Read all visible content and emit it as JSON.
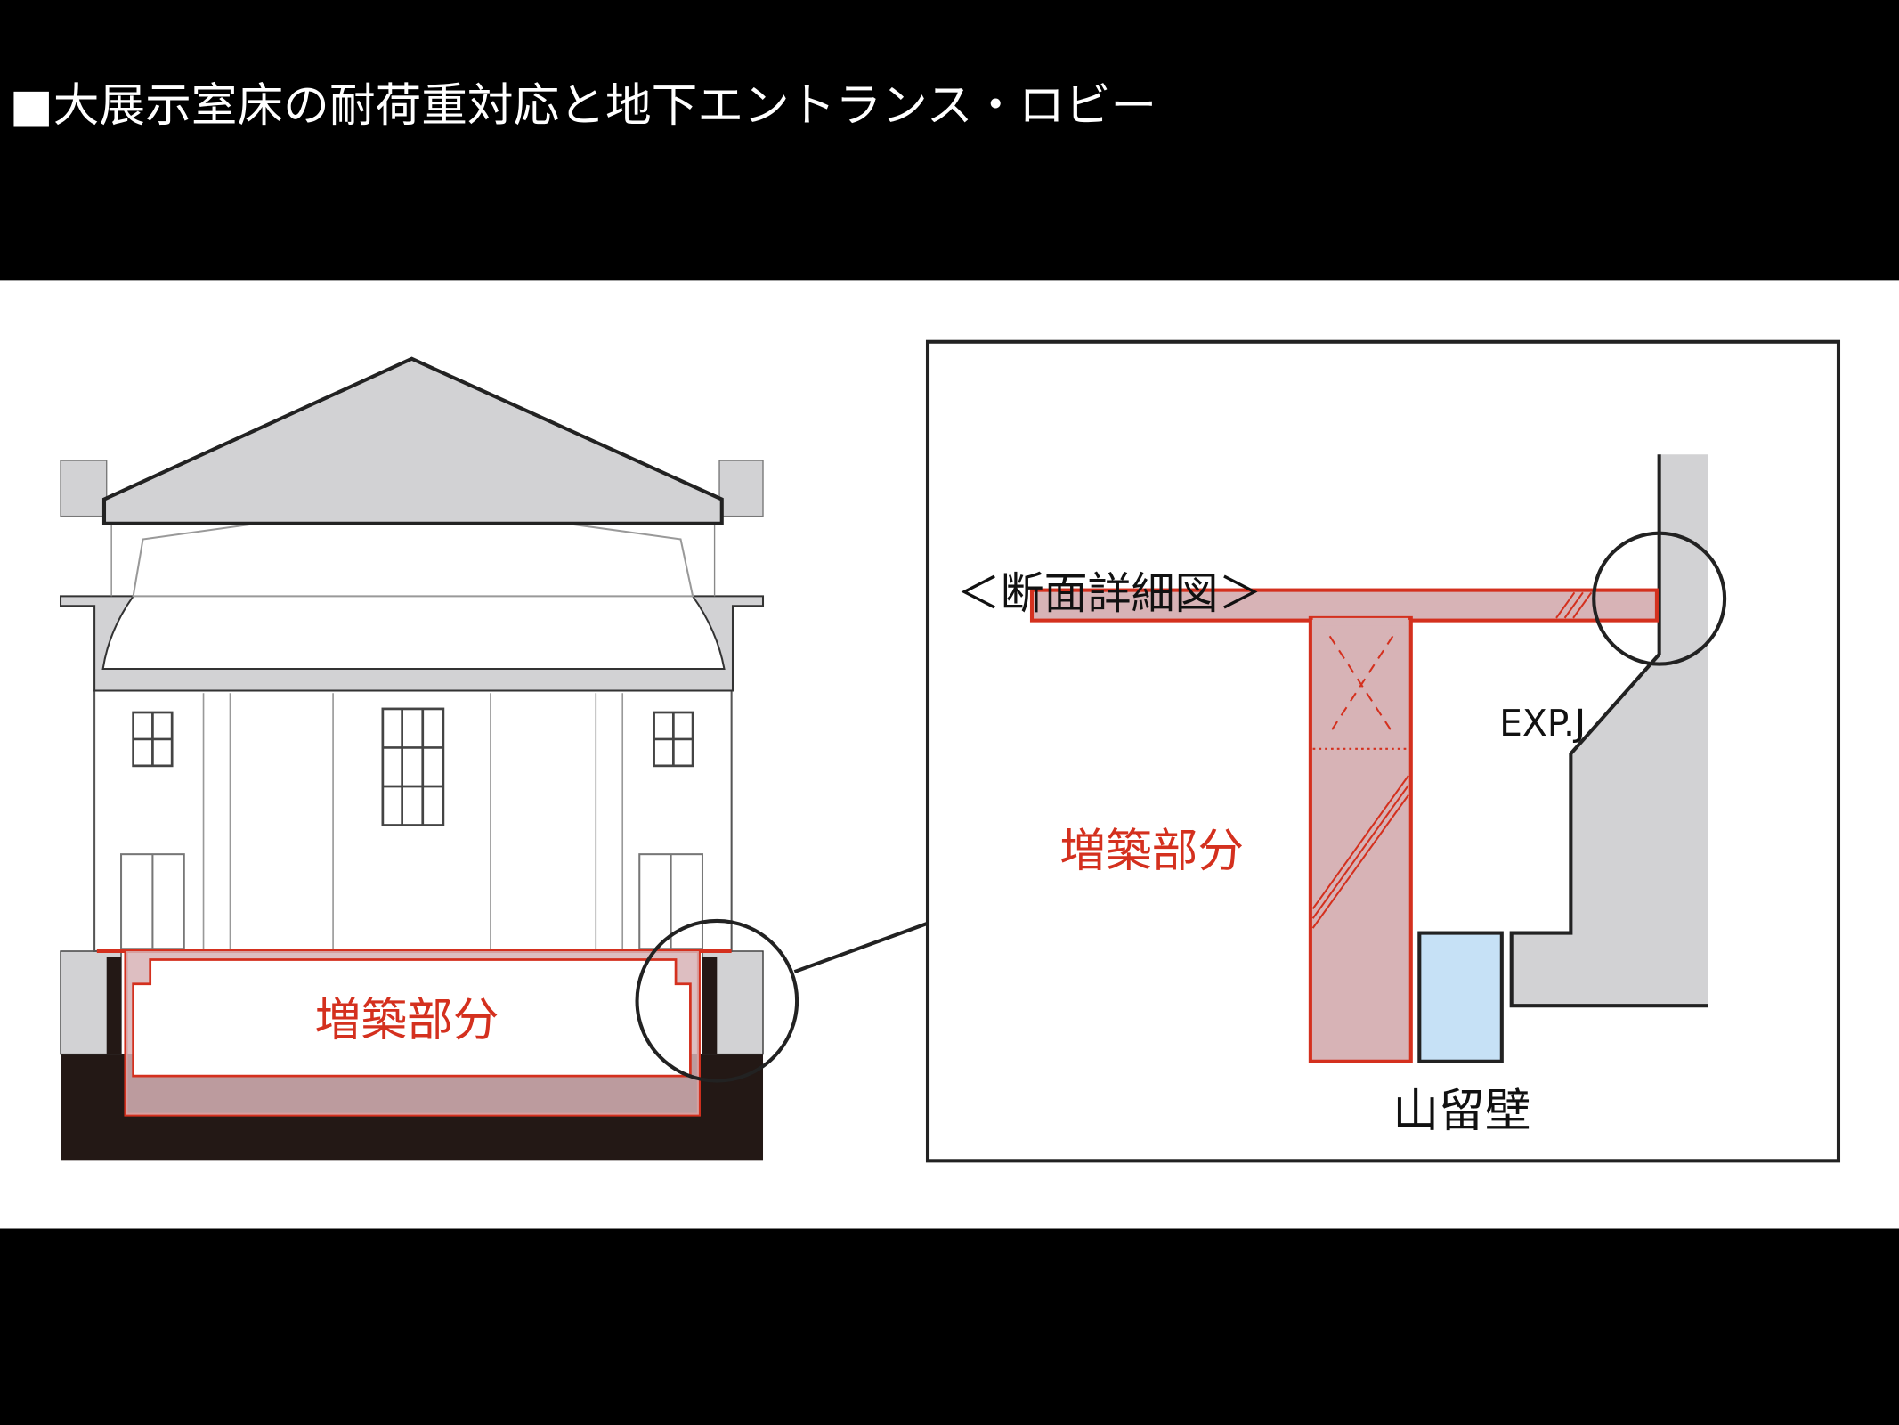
{
  "slide": {
    "title": "■大展示室床の耐荷重対応と地下エントランス・ロビー"
  },
  "left_diagram": {
    "label_addition": "増築部分"
  },
  "detail_diagram": {
    "title": "＜断面詳細図＞",
    "label_addition": "増築部分",
    "label_expj": "EXP.J",
    "label_retaining_wall": "山留壁"
  },
  "colors": {
    "addition_red": "#d4301e",
    "addition_fill": "#d7b3b6",
    "structure_gray": "#d2d2d4",
    "wall_blue": "#c6e1f6",
    "ground_dark": "#231815"
  }
}
